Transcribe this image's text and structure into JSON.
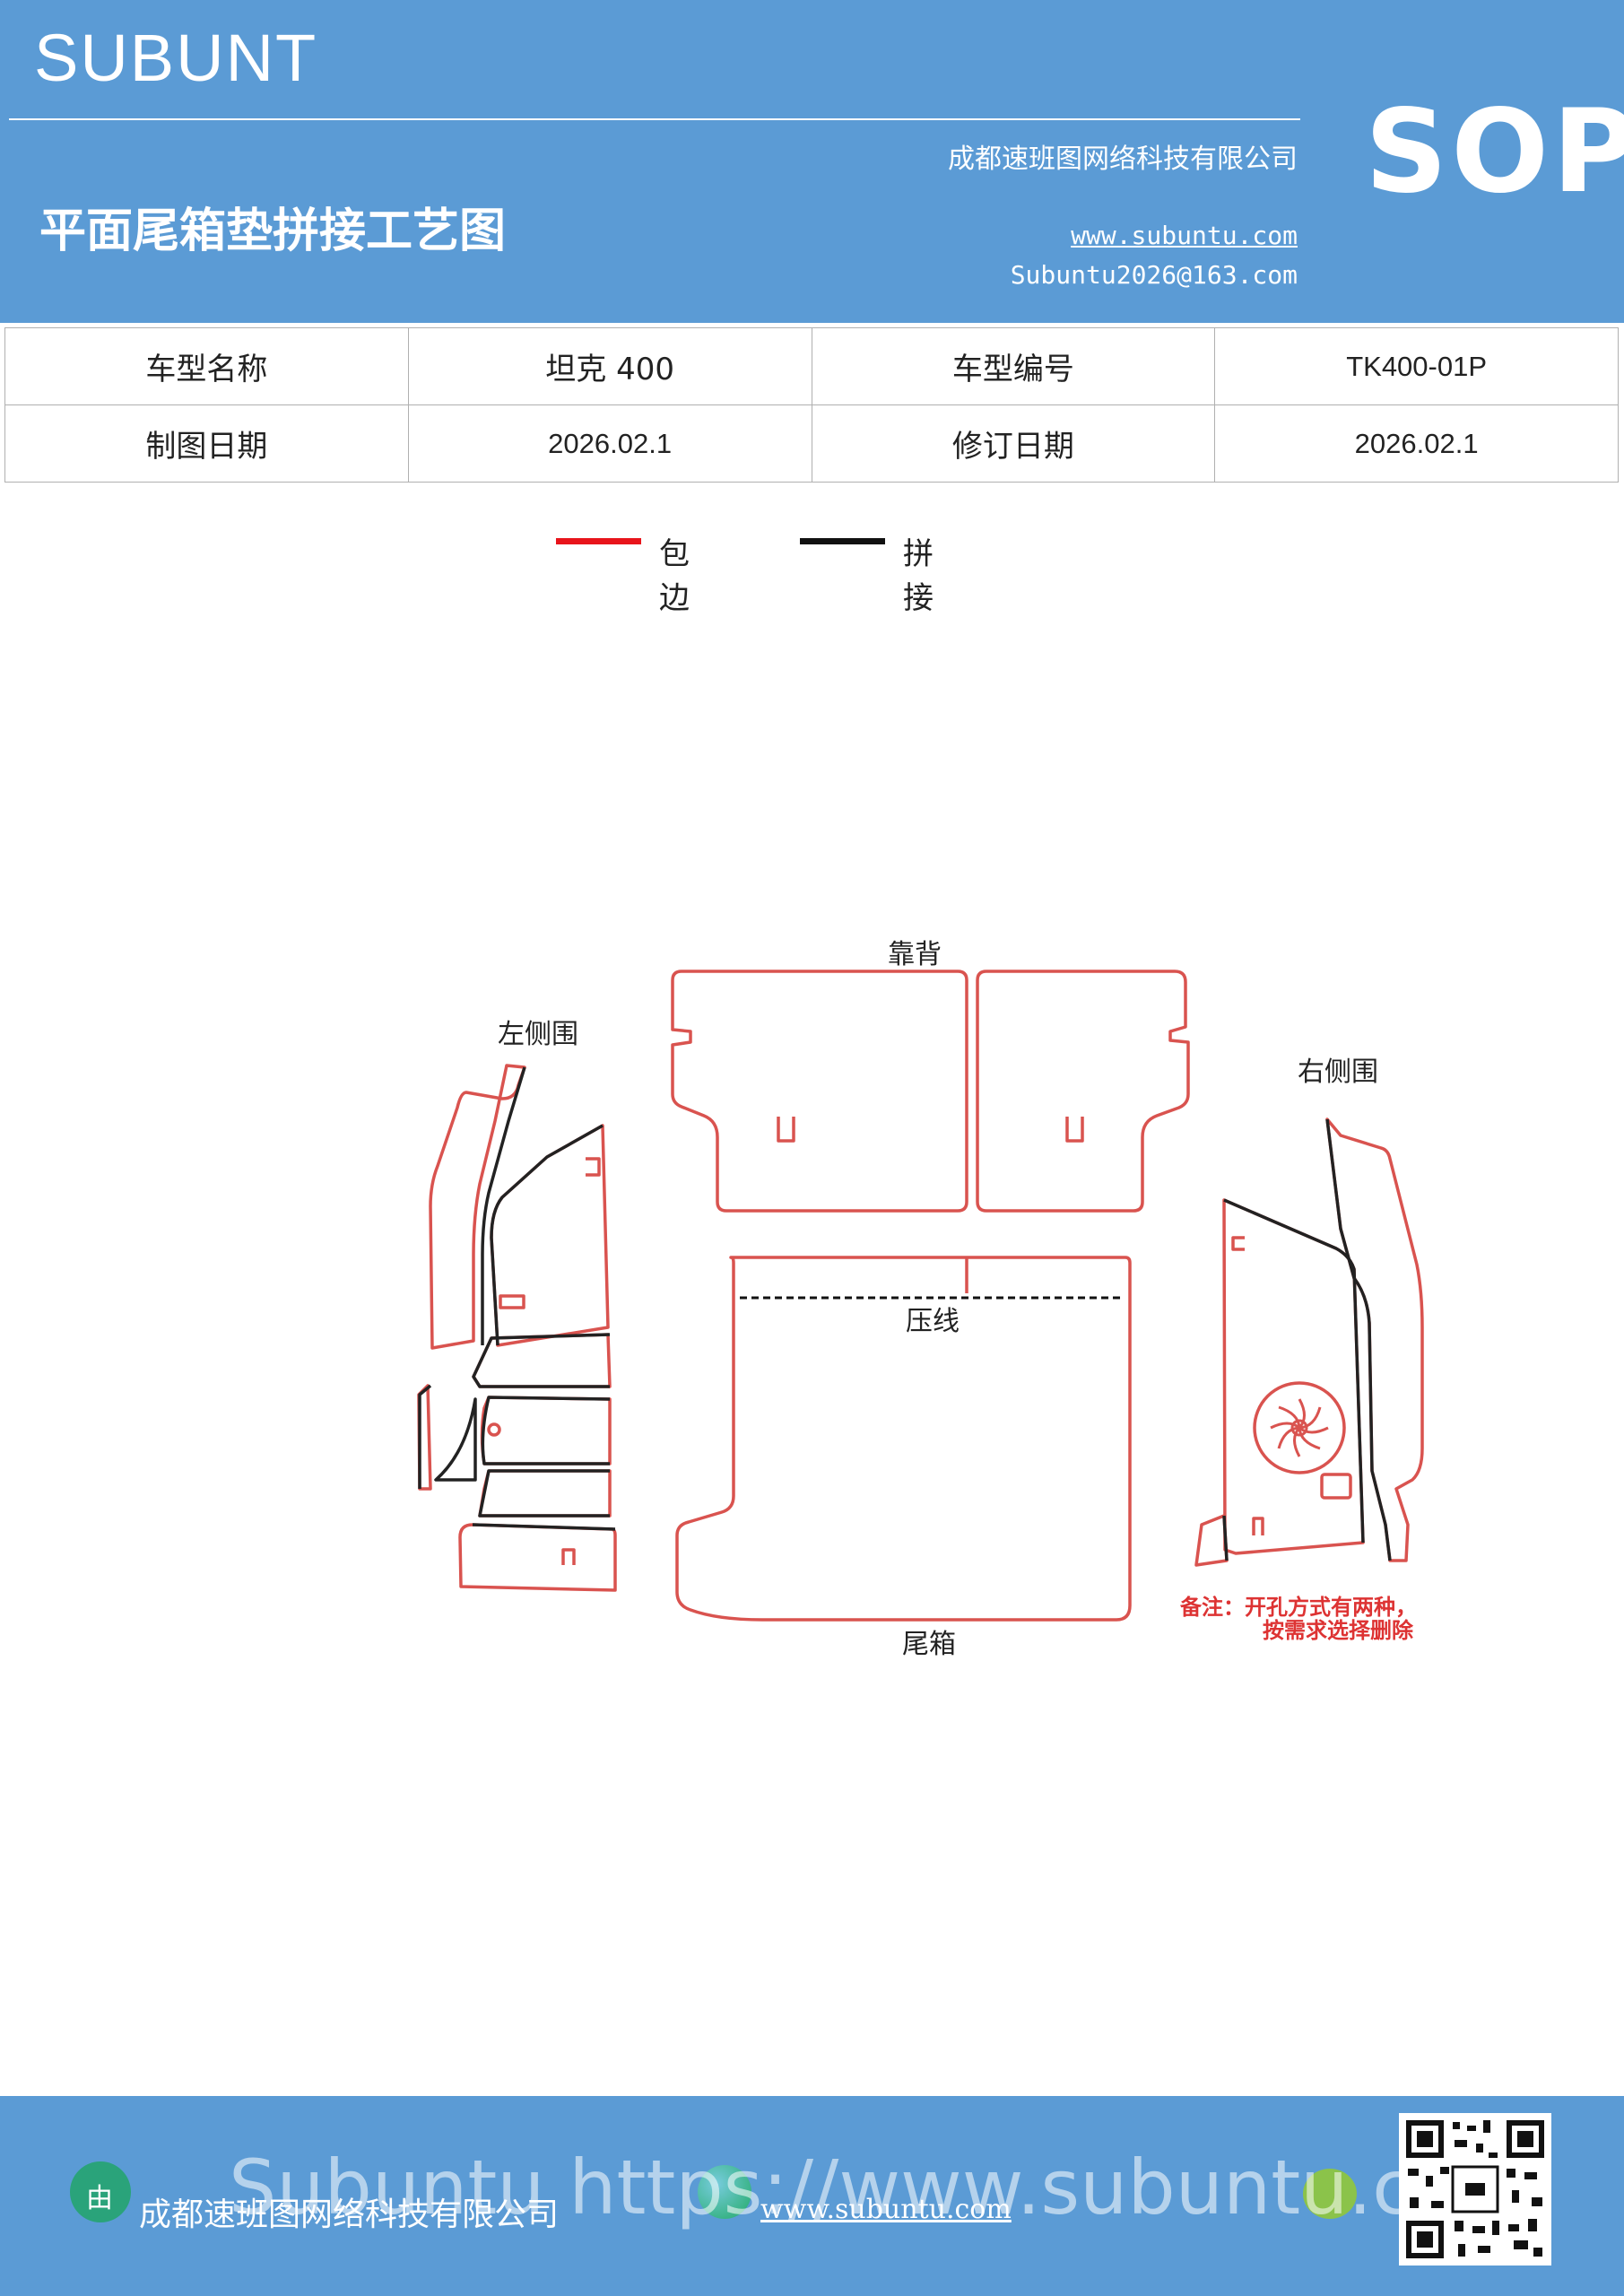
{
  "header": {
    "brand": "SUBUNT",
    "badge": "SOP",
    "company": "成都速班图网络科技有限公司",
    "title": "平面尾箱垫拼接工艺图",
    "website": "www.subuntu.com",
    "email": "Subuntu2026@163.com"
  },
  "info_table": {
    "model_name_label": "车型名称",
    "model_name": "坦克 400",
    "model_code_label": "车型编号",
    "model_code": "TK400-01P",
    "draw_date_label": "制图日期",
    "draw_date": "2026.02.1",
    "revise_date_label": "修订日期",
    "revise_date": "2026.02.1"
  },
  "legend": {
    "edge_label": "包边",
    "edge_color": "#e8141b",
    "join_label": "拼接",
    "join_color": "#111111"
  },
  "diagram": {
    "backrest": "靠背",
    "left_side": "左侧围",
    "right_side": "右侧围",
    "press_line": "压线",
    "trunk": "尾箱",
    "note_line1": "备注：开孔方式有两种，",
    "note_line2": "按需求选择删除",
    "outline_color": "#d9534f"
  },
  "footer": {
    "company": "成都速班图网络科技有限公司",
    "website": "www.subuntu.com",
    "watermark": "Subuntu https://www.subuntu.com",
    "logo_glyph": "由"
  }
}
